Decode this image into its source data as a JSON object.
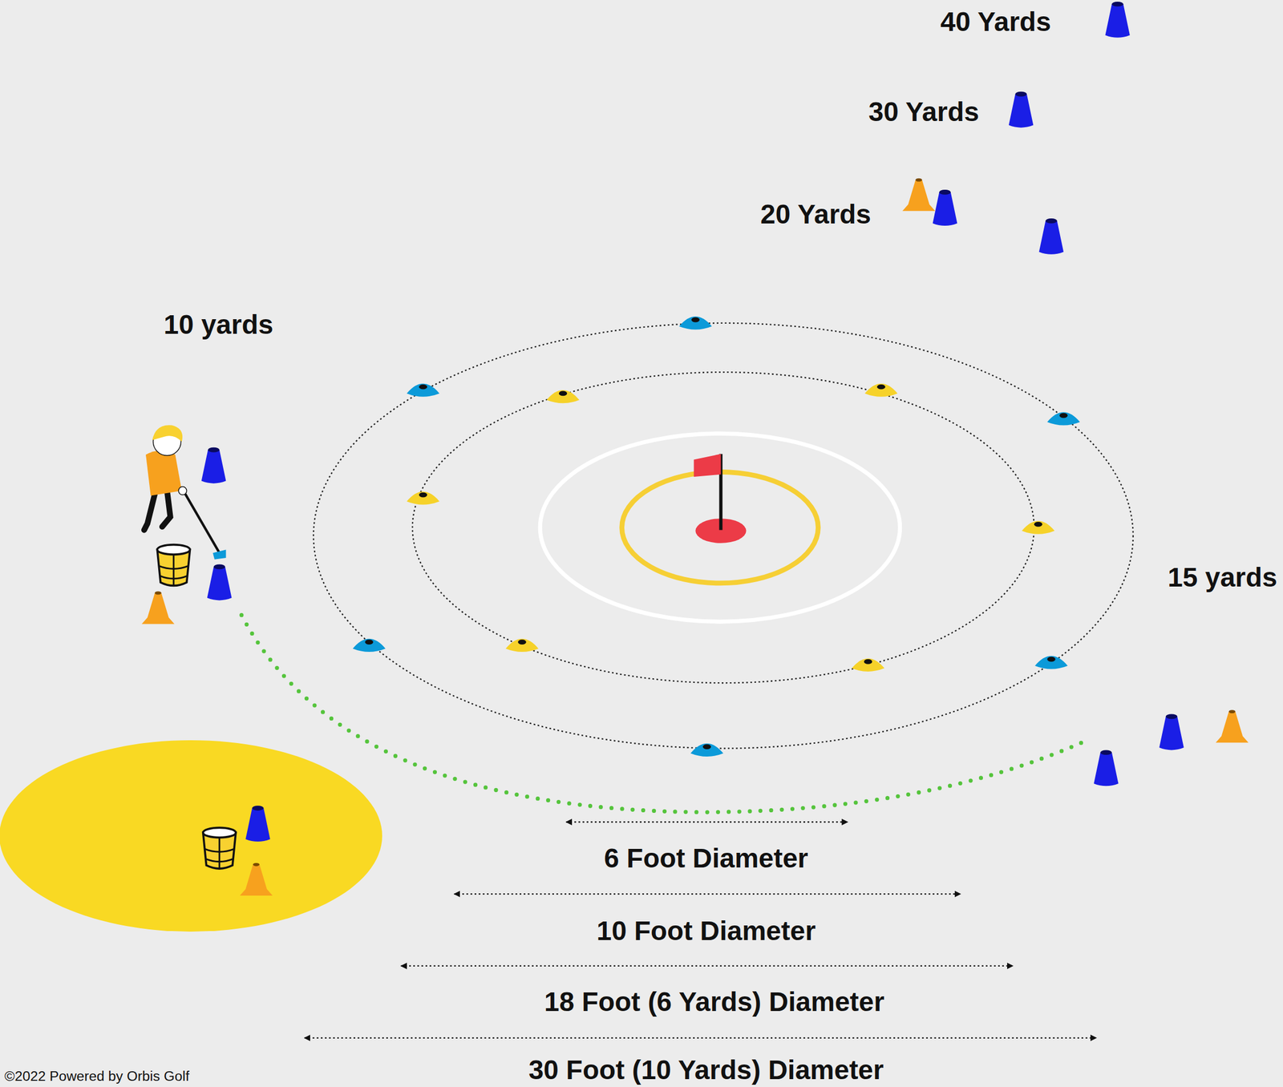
{
  "diagram": {
    "labels": [
      "40 Yards",
      "30 Yards",
      "20 Yards",
      "10 yards",
      "15 yards",
      "6 Foot Diameter",
      "10 Foot Diameter",
      "18 Foot (6 Yards) Diameter",
      "30 Foot (10 Yards) Diameter",
      "©2022 Powered by Orbis Golf"
    ]
  }
}
